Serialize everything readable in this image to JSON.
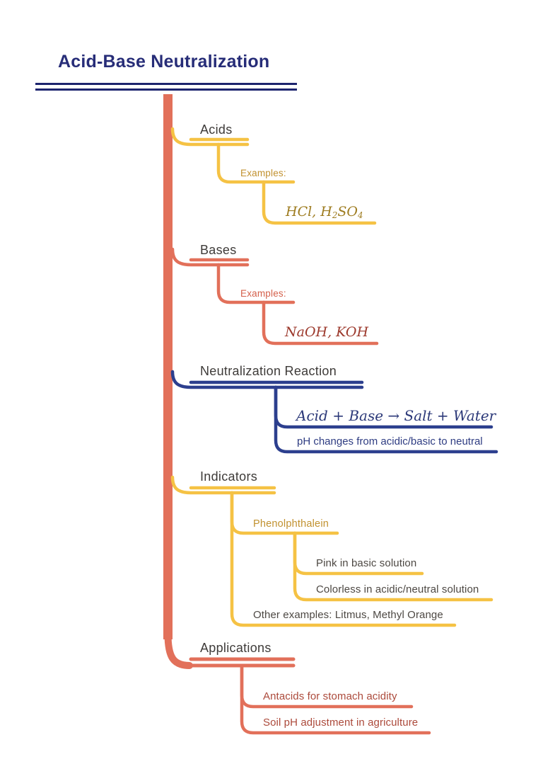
{
  "title": "Acid-Base Neutralization",
  "colors": {
    "trunk_salmon": "#e2705a",
    "gold_line": "#f5c244",
    "navy_line": "#2c3f8e",
    "navy_title": "#272d78",
    "gold_text": "#c1912f",
    "gold_math_text": "#9e7c20",
    "dark_red_math_text": "#9c392c",
    "brick_text": "#ac4a3b",
    "salmon_text": "#d4604b",
    "gray_text": "#4d4843",
    "heading_text": "#3e3b39",
    "navy_note_text": "#2e3c82"
  },
  "tree": {
    "acids": {
      "label": "Acids",
      "examples_label": "Examples:",
      "formula": {
        "p1": "HCl, H",
        "sub1": "2",
        "p2": "SO",
        "sub2": "4"
      }
    },
    "bases": {
      "label": "Bases",
      "examples_label": "Examples:",
      "formula": "NaOH, KOH"
    },
    "neutralization": {
      "label": "Neutralization Reaction",
      "equation": "Acid + Base → Salt + Water",
      "note": "pH changes from acidic/basic to neutral"
    },
    "indicators": {
      "label": "Indicators",
      "phenolphthalein": {
        "label": "Phenolphthalein",
        "pink": "Pink in basic solution",
        "colorless": "Colorless in acidic/neutral solution"
      },
      "other": "Other examples: Litmus, Methyl Orange"
    },
    "applications": {
      "label": "Applications",
      "antacids": "Antacids for stomach acidity",
      "soil": "Soil pH adjustment in agriculture"
    }
  }
}
